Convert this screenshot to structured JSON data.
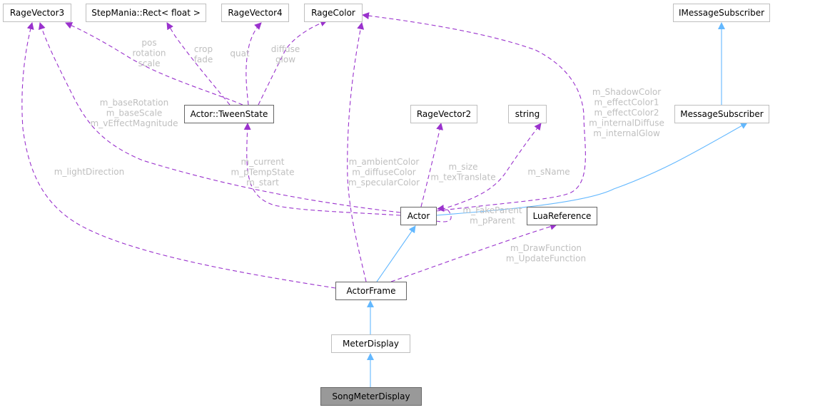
{
  "colors": {
    "usage_edge": "#9a32cd",
    "inheritance_edge": "#63b8ff",
    "focus_node": "#999999",
    "label": "#bfbfbf"
  },
  "nodes": {
    "ragevector3": "RageVector3",
    "steprect": "StepMania::Rect< float >",
    "ragevector4": "RageVector4",
    "ragecolor": "RageColor",
    "imessagesubscriber": "IMessageSubscriber",
    "tweenstate": "Actor::TweenState",
    "ragevector2": "RageVector2",
    "string": "string",
    "messagesubscriber": "MessageSubscriber",
    "actor": "Actor",
    "luareference": "LuaReference",
    "actorframe": "ActorFrame",
    "meterdisplay": "MeterDisplay",
    "songmeterdisplay": "SongMeterDisplay"
  },
  "edge_labels": {
    "pos_rotation_scale": [
      "pos",
      "rotation",
      "scale"
    ],
    "crop_fade": [
      "crop",
      "fade"
    ],
    "quat": [
      "quat"
    ],
    "diffuse_glow": [
      "diffuse",
      "glow"
    ],
    "base": [
      "m_baseRotation",
      "m_baseScale",
      "m_vEffectMagnitude"
    ],
    "light": [
      "m_lightDirection"
    ],
    "tween": [
      "m_current",
      "m_pTempState",
      "m_start"
    ],
    "material": [
      "m_ambientColor",
      "m_diffuseColor",
      "m_specularColor"
    ],
    "size": [
      "m_size",
      "m_texTranslate"
    ],
    "name": [
      "m_sName"
    ],
    "colors": [
      "m_ShadowColor",
      "m_effectColor1",
      "m_effectColor2",
      "m_internalDiffuse",
      "m_internalGlow"
    ],
    "parent": [
      "m_FakeParent",
      "m_pParent"
    ],
    "lua": [
      "m_DrawFunction",
      "m_UpdateFunction"
    ]
  }
}
